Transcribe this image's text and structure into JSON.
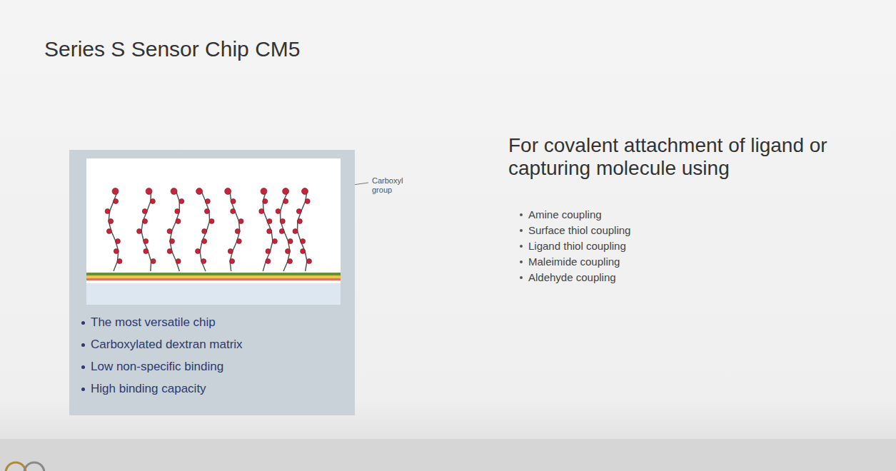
{
  "diagram": {
    "title": "Series S Sensor Chip CM5",
    "nodes": [
      {
        "text": [
          "The most versatile chip",
          "Carboxylated dextran matrix",
          "Low non-specific binding",
          "High binding capacity"
        ]
      }
    ],
    "labels": [
      "Carboxyl group",
      "For covalent attachment of ligand or capturing molecule using",
      "Amine coupling",
      "Surface thiol coupling",
      "Ligand thiol coupling",
      "Maleimide coupling",
      "Aldehyde coupling"
    ]
  }
}
